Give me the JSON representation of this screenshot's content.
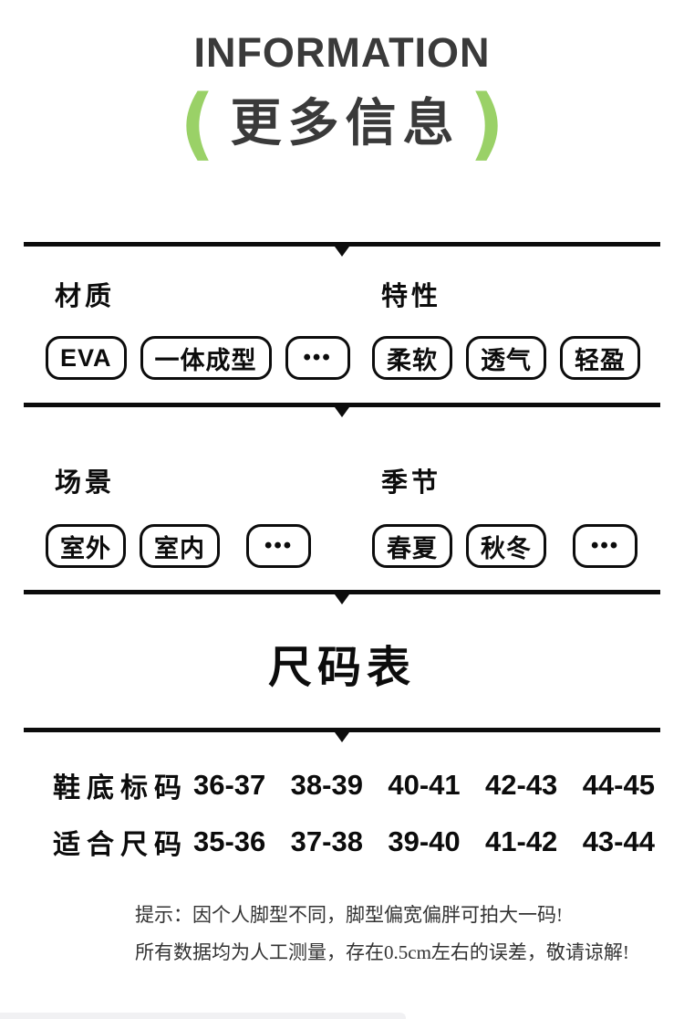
{
  "header": {
    "title": "INFORMATION",
    "subtitle": "更多信息",
    "paren_open": "(",
    "paren_close": ")",
    "accent_color": "#9ad167",
    "title_color": "#3a3a3a"
  },
  "sections": [
    {
      "groups": [
        {
          "label": "材质",
          "pills": [
            "EVA",
            "一体成型",
            "•••"
          ]
        },
        {
          "label": "特性",
          "pills": [
            "柔软",
            "透气",
            "轻盈"
          ]
        }
      ]
    },
    {
      "groups": [
        {
          "label": "场景",
          "pills": [
            "室外",
            "室内",
            "•••"
          ]
        },
        {
          "label": "季节",
          "pills": [
            "春夏",
            "秋冬",
            "•••"
          ]
        }
      ]
    }
  ],
  "size_chart": {
    "title": "尺码表",
    "rows": [
      {
        "label": "鞋底标码",
        "values": [
          "36-37",
          "38-39",
          "40-41",
          "42-43",
          "44-45"
        ]
      },
      {
        "label": "适合尺码",
        "values": [
          "35-36",
          "37-38",
          "39-40",
          "41-42",
          "43-44"
        ]
      }
    ]
  },
  "tips": {
    "line1": "提示：因个人脚型不同，脚型偏宽偏胖可拍大一码!",
    "line2": "所有数据均为人工测量，存在0.5cm左右的误差，敬请谅解!"
  }
}
